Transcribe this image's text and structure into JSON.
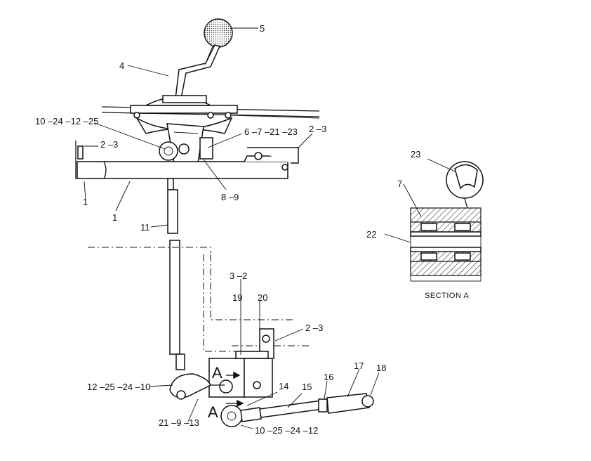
{
  "callouts": {
    "c5": "5",
    "c4": "4",
    "c10_24_12_25_top": "10 –24 –12 –25",
    "c6_7_21_23": "6 –7 –21 –23",
    "c2_3_right_top": "2 –3",
    "c2_3_left_top": "2 –3",
    "c8_9": "8 –9",
    "c1_left": "1",
    "c1": "1",
    "c11": "11",
    "c3_2": "3 –2",
    "c19": "19",
    "c20": "20",
    "c2_3_lower": "2 –3",
    "c12_25_24_10": "12 –25 –24 –10",
    "c21_9_13": "21 –9 –13",
    "c14": "14",
    "c15": "15",
    "c16": "16",
    "c17": "17",
    "c18": "18",
    "c10_25_24_12_bottom": "10 –25 –24 –12",
    "c23": "23",
    "c7": "7",
    "c22": "22"
  },
  "section_markers": {
    "upper": "A",
    "lower": "A"
  },
  "section_title": "SECTION A"
}
